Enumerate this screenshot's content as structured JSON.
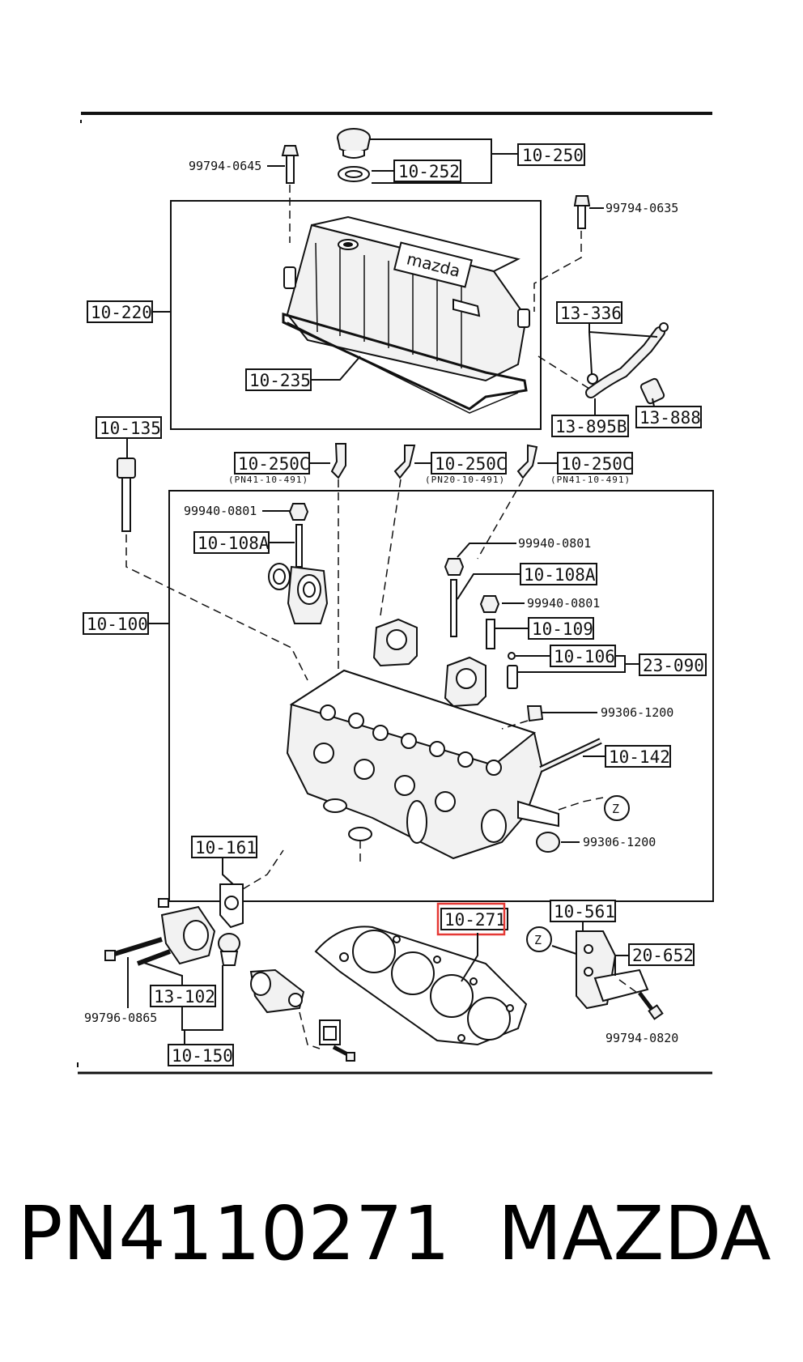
{
  "labels": {
    "l_10_250": "10-250",
    "l_10_252": "10-252",
    "l_99794_0645": "99794-0645",
    "l_99794_0635": "99794-0635",
    "l_10_220": "10-220",
    "l_10_235": "10-235",
    "l_13_336": "13-336",
    "l_13_895b": "13-895B",
    "l_13_888": "13-888",
    "l_10_135": "10-135",
    "l_10_250c_a": "10-250C",
    "l_pn41_a": "(PN41-10-491)",
    "l_10_250c_b": "10-250C",
    "l_pn20": "(PN20-10-491)",
    "l_10_250c_c": "10-250C",
    "l_pn41_c": "(PN41-10-491)",
    "l_99940_0801_a": "99940-0801",
    "l_10_108a_a": "10-108A",
    "l_99940_0801_b": "99940-0801",
    "l_10_108a_b": "10-108A",
    "l_99940_0801_c": "99940-0801",
    "l_10_109": "10-109",
    "l_10_100": "10-100",
    "l_10_106": "10-106",
    "l_23_090": "23-090",
    "l_99306_1200_a": "99306-1200",
    "l_10_142": "10-142",
    "l_z_a": "Z",
    "l_99306_1200_b": "99306-1200",
    "l_10_161": "10-161",
    "l_10_271": "10-271",
    "l_10_561": "10-561",
    "l_z_b": "Z",
    "l_20_652": "20-652",
    "l_13_102": "13-102",
    "l_99796_0865": "99796-0865",
    "l_10_150": "10-150",
    "l_99794_0820": "99794-0820"
  },
  "highlighted_part": "10-271",
  "highlight_color": "#e53935",
  "footer": {
    "part_number": "PN4110271",
    "brand": "MAZDA"
  }
}
